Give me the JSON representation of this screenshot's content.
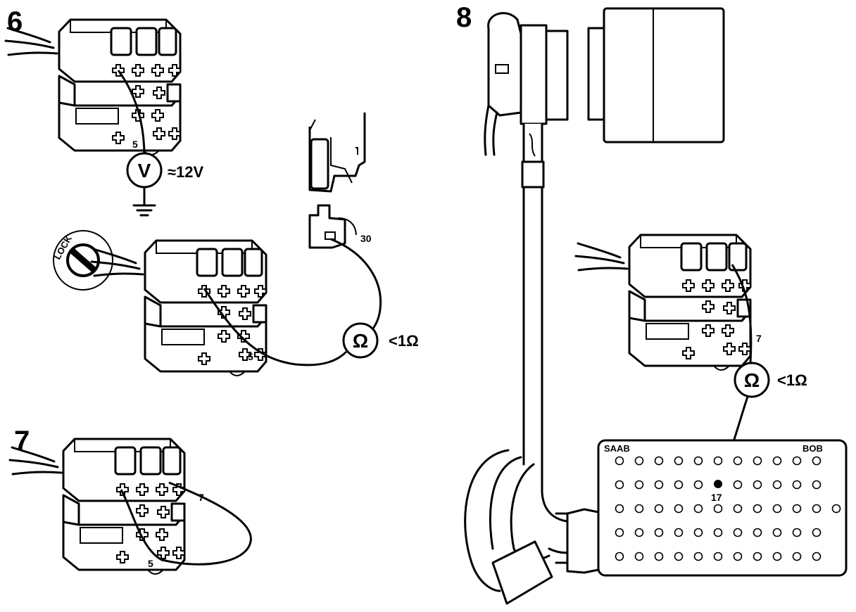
{
  "steps": {
    "s6": "6",
    "s7": "7",
    "s8": "8"
  },
  "step6": {
    "connector_top_pin": "5",
    "voltmeter_symbol": "V",
    "voltage_reading": "≈12V",
    "lock_label": "LOCK",
    "relay_pin": "30",
    "connector_bottom_pin": "5",
    "ohmmeter_symbol": "Ω",
    "resistance_reading": "<1Ω"
  },
  "step7": {
    "pin_a": "7",
    "pin_b": "5"
  },
  "step8": {
    "connector_pin": "7",
    "ohmmeter_symbol": "Ω",
    "resistance_reading": "<1Ω",
    "box_brand": "SAAB",
    "box_name": "BOB",
    "box_pin": "17",
    "box_rows": [
      11,
      11,
      12,
      11,
      11
    ]
  }
}
